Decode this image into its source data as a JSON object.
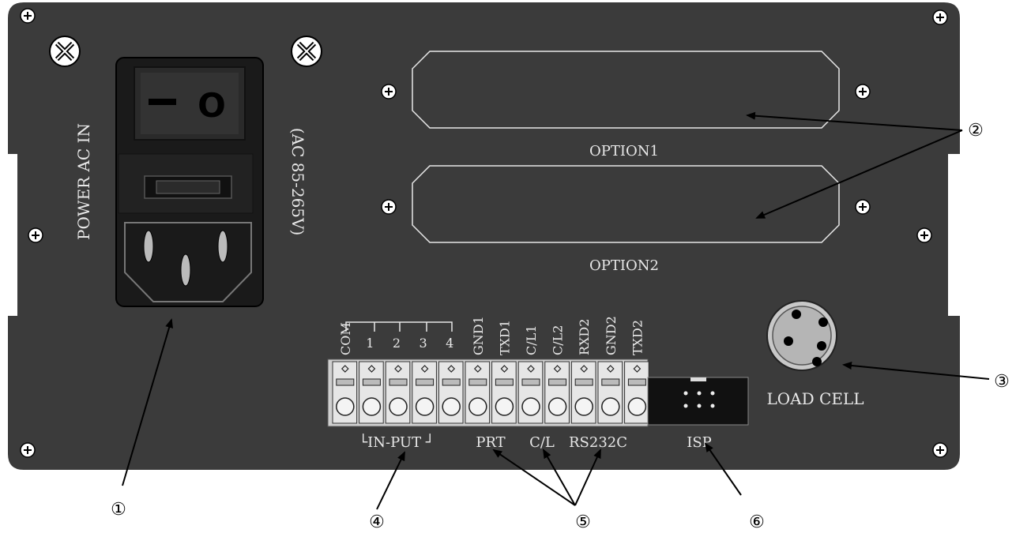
{
  "labels": {
    "power_ac_in": "POWER AC IN",
    "voltage": "(AC 85-265V)",
    "option1": "OPTION1",
    "option2": "OPTION2",
    "load_cell": "LOAD CELL",
    "isp": "ISP",
    "input_group": "└IN-PUT ┘",
    "prt": "PRT",
    "cl": "C/L",
    "rs232c": "RS232C",
    "switch_off": "O"
  },
  "terminals": [
    "COM",
    "1",
    "2",
    "3",
    "4",
    "GND1",
    "TXD1",
    "C/L1",
    "C/L2",
    "RXD2",
    "GND2",
    "TXD2"
  ],
  "callouts": {
    "c1": "①",
    "c2": "②",
    "c3": "③",
    "c4": "④",
    "c5": "⑤",
    "c6": "⑥"
  },
  "colors": {
    "panel": "#3b3b3b",
    "terminal_block": "#d0d0d0",
    "isp_header": "#111111",
    "text_light": "#e8e8e8"
  }
}
